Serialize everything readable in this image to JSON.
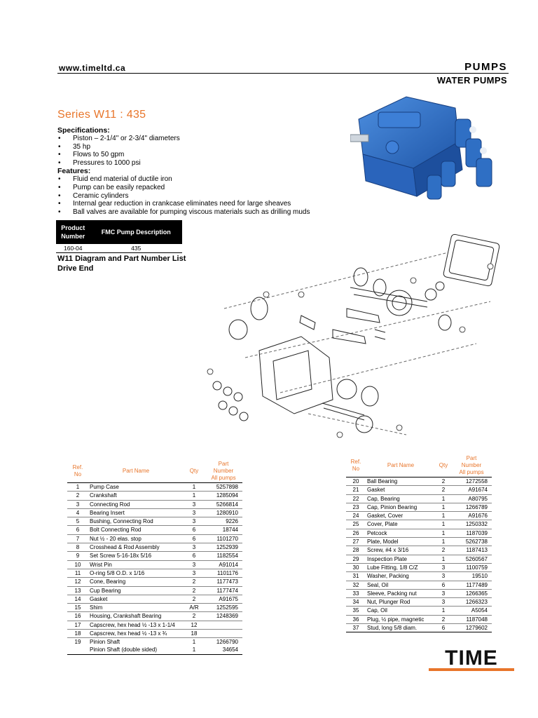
{
  "header": {
    "url": "www.timeltd.ca",
    "category": "PUMPS",
    "subcategory": "WATER PUMPS"
  },
  "series_title": "Series W11 : 435",
  "specifications": {
    "heading": "Specifications:",
    "items": [
      "Piston – 2-1/4\" or 2-3/4\" diameters",
      "35 hp",
      "Flows to 50 gpm",
      "Pressures to 1000 psi"
    ]
  },
  "features": {
    "heading": "Features:",
    "items": [
      "Fluid end material of ductile iron",
      "Pump can be easily repacked",
      "Ceramic cylinders",
      "Internal gear reduction in crankcase eliminates need for large sheaves",
      "Ball valves are available for pumping viscous materials such as drilling muds"
    ]
  },
  "product_table": {
    "col_product_number": [
      "Product",
      "Number"
    ],
    "col_description": "FMC Pump Description",
    "row": {
      "product_number": "160-04",
      "description": "435"
    }
  },
  "diagram_title": [
    "W11 Diagram and Part Number List",
    "Drive End"
  ],
  "parts_headers": {
    "ref": [
      "Ref.",
      "No"
    ],
    "name": "Part Name",
    "qty": "Qty",
    "part": [
      "Part",
      "Number",
      "All pumps"
    ]
  },
  "parts_left": [
    {
      "ref": "1",
      "name": "Pump Case",
      "qty": "1",
      "part": "5257898"
    },
    {
      "ref": "2",
      "name": "Crankshaft",
      "qty": "1",
      "part": "1285094"
    },
    {
      "ref": "3",
      "name": "Connecting Rod",
      "qty": "3",
      "part": "5266814"
    },
    {
      "ref": "4",
      "name": "Bearing Insert",
      "qty": "3",
      "part": "1280910"
    },
    {
      "ref": "5",
      "name": "Bushing, Connecting Rod",
      "qty": "3",
      "part": "9226"
    },
    {
      "ref": "6",
      "name": "Bolt Connecting Rod",
      "qty": "6",
      "part": "18744"
    },
    {
      "ref": "7",
      "name": "Nut ½ - 20 elas. stop",
      "qty": "6",
      "part": "1101270"
    },
    {
      "ref": "8",
      "name": "Crosshead & Rod Assembly",
      "qty": "3",
      "part": "1252939"
    },
    {
      "ref": "9",
      "name": "Set Screw 5-16-18x 5/16",
      "qty": "6",
      "part": "1182554"
    },
    {
      "ref": "10",
      "name": "Wrist Pin",
      "qty": "3",
      "part": "A91014"
    },
    {
      "ref": "11",
      "name": "O-ring 5/8 O.D. x 1/16",
      "qty": "3",
      "part": "1101176"
    },
    {
      "ref": "12",
      "name": "Cone, Bearing",
      "qty": "2",
      "part": "1177473"
    },
    {
      "ref": "13",
      "name": "Cup Bearing",
      "qty": "2",
      "part": "1177474"
    },
    {
      "ref": "14",
      "name": "Gasket",
      "qty": "2",
      "part": "A91675"
    },
    {
      "ref": "15",
      "name": "Shim",
      "qty": "A/R",
      "part": "1252595"
    },
    {
      "ref": "16",
      "name": "Housing, Crankshaft Bearing",
      "qty": "2",
      "part": "1248369"
    },
    {
      "ref": "17",
      "name": "Capscrew, hex head ½ -13 x 1-1/4",
      "qty": "12",
      "part": ""
    },
    {
      "ref": "18",
      "name": "Capscrew, hex head ½ -13 x ¾",
      "qty": "18",
      "part": ""
    }
  ],
  "parts_left_last": {
    "ref": "19",
    "names": [
      "Pinion Shaft",
      "Pinion Shaft (double sided)"
    ],
    "qtys": [
      "1",
      "1"
    ],
    "parts": [
      "1266790",
      "34654"
    ]
  },
  "parts_right": [
    {
      "ref": "20",
      "name": "Ball Bearing",
      "qty": "2",
      "part": "1272558"
    },
    {
      "ref": "21",
      "name": "Gasket",
      "qty": "2",
      "part": "A91674"
    },
    {
      "ref": "22",
      "name": "Cap, Bearing",
      "qty": "1",
      "part": "A80795"
    },
    {
      "ref": "23",
      "name": "Cap, Pinion Bearing",
      "qty": "1",
      "part": "1266789"
    },
    {
      "ref": "24",
      "name": "Gasket, Cover",
      "qty": "1",
      "part": "A91676"
    },
    {
      "ref": "25",
      "name": "Cover, Plate",
      "qty": "1",
      "part": "1250332"
    },
    {
      "ref": "26",
      "name": "Petcock",
      "qty": "1",
      "part": "1187039"
    },
    {
      "ref": "27",
      "name": "Plate, Model",
      "qty": "1",
      "part": "5262738"
    },
    {
      "ref": "28",
      "name": "Screw, #4 x 3/16",
      "qty": "2",
      "part": "1187413"
    },
    {
      "ref": "29",
      "name": "Inspection Plate",
      "qty": "1",
      "part": "5260567"
    },
    {
      "ref": "30",
      "name": "Lube Fitting, 1/8 C/Z",
      "qty": "3",
      "part": "1100759"
    },
    {
      "ref": "31",
      "name": "Washer, Packing",
      "qty": "3",
      "part": "19510"
    },
    {
      "ref": "32",
      "name": "Seal, Oil",
      "qty": "6",
      "part": "1177489"
    },
    {
      "ref": "33",
      "name": "Sleeve, Packing nut",
      "qty": "3",
      "part": "1266365"
    },
    {
      "ref": "34",
      "name": "Nut, Plunger Rod",
      "qty": "3",
      "part": "1266323"
    },
    {
      "ref": "35",
      "name": "Cap, Oil",
      "qty": "1",
      "part": "A5054"
    },
    {
      "ref": "36",
      "name": "Plug, ½ pipe, magnetic",
      "qty": "2",
      "part": "1187048"
    },
    {
      "ref": "37",
      "name": "Stud, long 5/8 diam.",
      "qty": "6",
      "part": "1279602"
    }
  ],
  "logo_text": "TIME",
  "colors": {
    "accent_orange": "#e8752a",
    "pump_blue": "#2f6fc4",
    "logo_black": "#111111"
  }
}
